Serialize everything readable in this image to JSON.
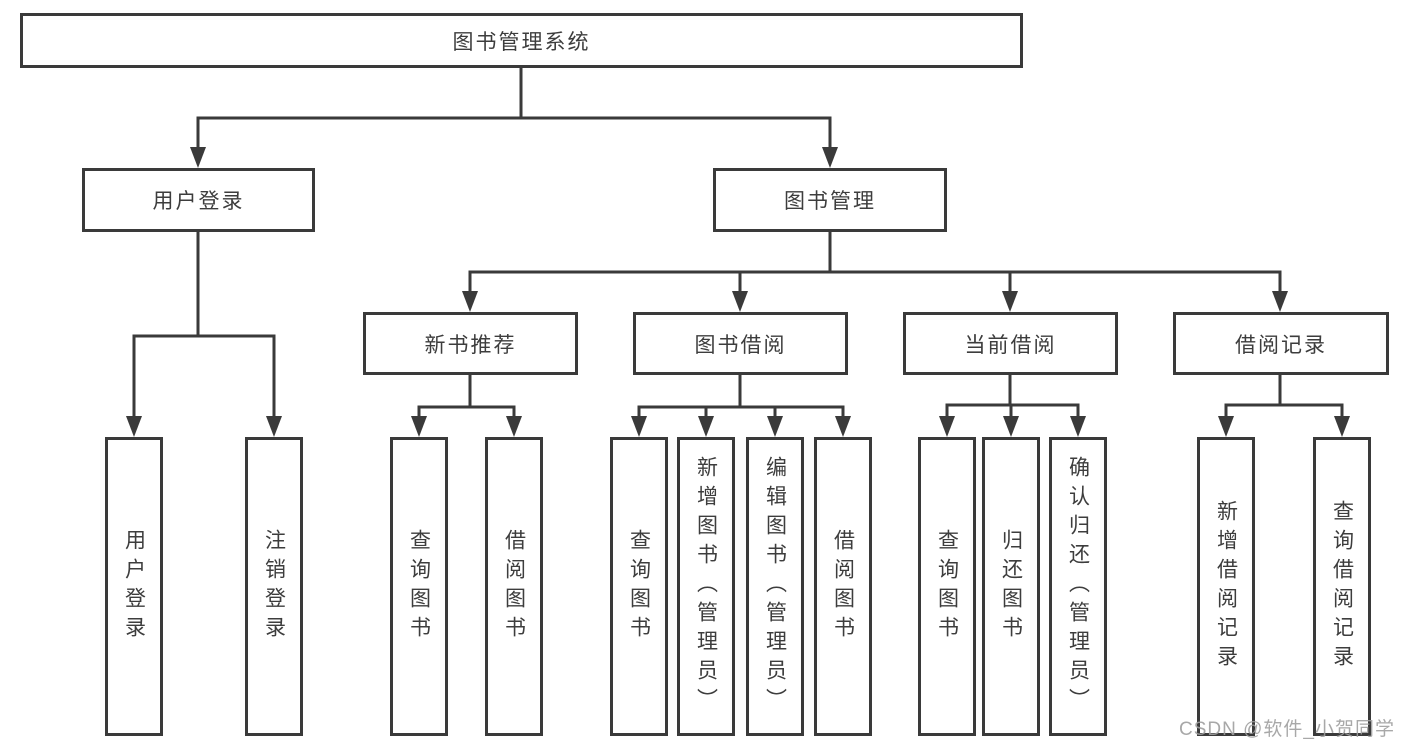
{
  "diagram": {
    "root": {
      "label": "图书管理系统"
    },
    "level2": [
      {
        "label": "用户登录"
      },
      {
        "label": "图书管理"
      }
    ],
    "level3": [
      {
        "label": "新书推荐",
        "parent": "图书管理"
      },
      {
        "label": "图书借阅",
        "parent": "图书管理"
      },
      {
        "label": "当前借阅",
        "parent": "图书管理"
      },
      {
        "label": "借阅记录",
        "parent": "图书管理"
      }
    ],
    "leaves": [
      {
        "label": "用户登录",
        "parent": "用户登录"
      },
      {
        "label": "注销登录",
        "parent": "用户登录"
      },
      {
        "label": "查询图书",
        "parent": "新书推荐"
      },
      {
        "label": "借阅图书",
        "parent": "新书推荐"
      },
      {
        "label": "查询图书",
        "parent": "图书借阅"
      },
      {
        "label": "新增图书（管理员）",
        "parent": "图书借阅"
      },
      {
        "label": "编辑图书（管理员）",
        "parent": "图书借阅"
      },
      {
        "label": "借阅图书",
        "parent": "图书借阅"
      },
      {
        "label": "查询图书",
        "parent": "当前借阅"
      },
      {
        "label": "归还图书",
        "parent": "当前借阅"
      },
      {
        "label": "确认归还（管理员）",
        "parent": "当前借阅"
      },
      {
        "label": "新增借阅记录",
        "parent": "借阅记录"
      },
      {
        "label": "查询借阅记录",
        "parent": "借阅记录"
      }
    ]
  },
  "watermark": {
    "text": "CSDN @软件_小贺同学"
  },
  "colors": {
    "line": "#3a3a3a",
    "text": "#3d3d3d",
    "watermark": "#9e9e9e",
    "background": "#ffffff"
  }
}
